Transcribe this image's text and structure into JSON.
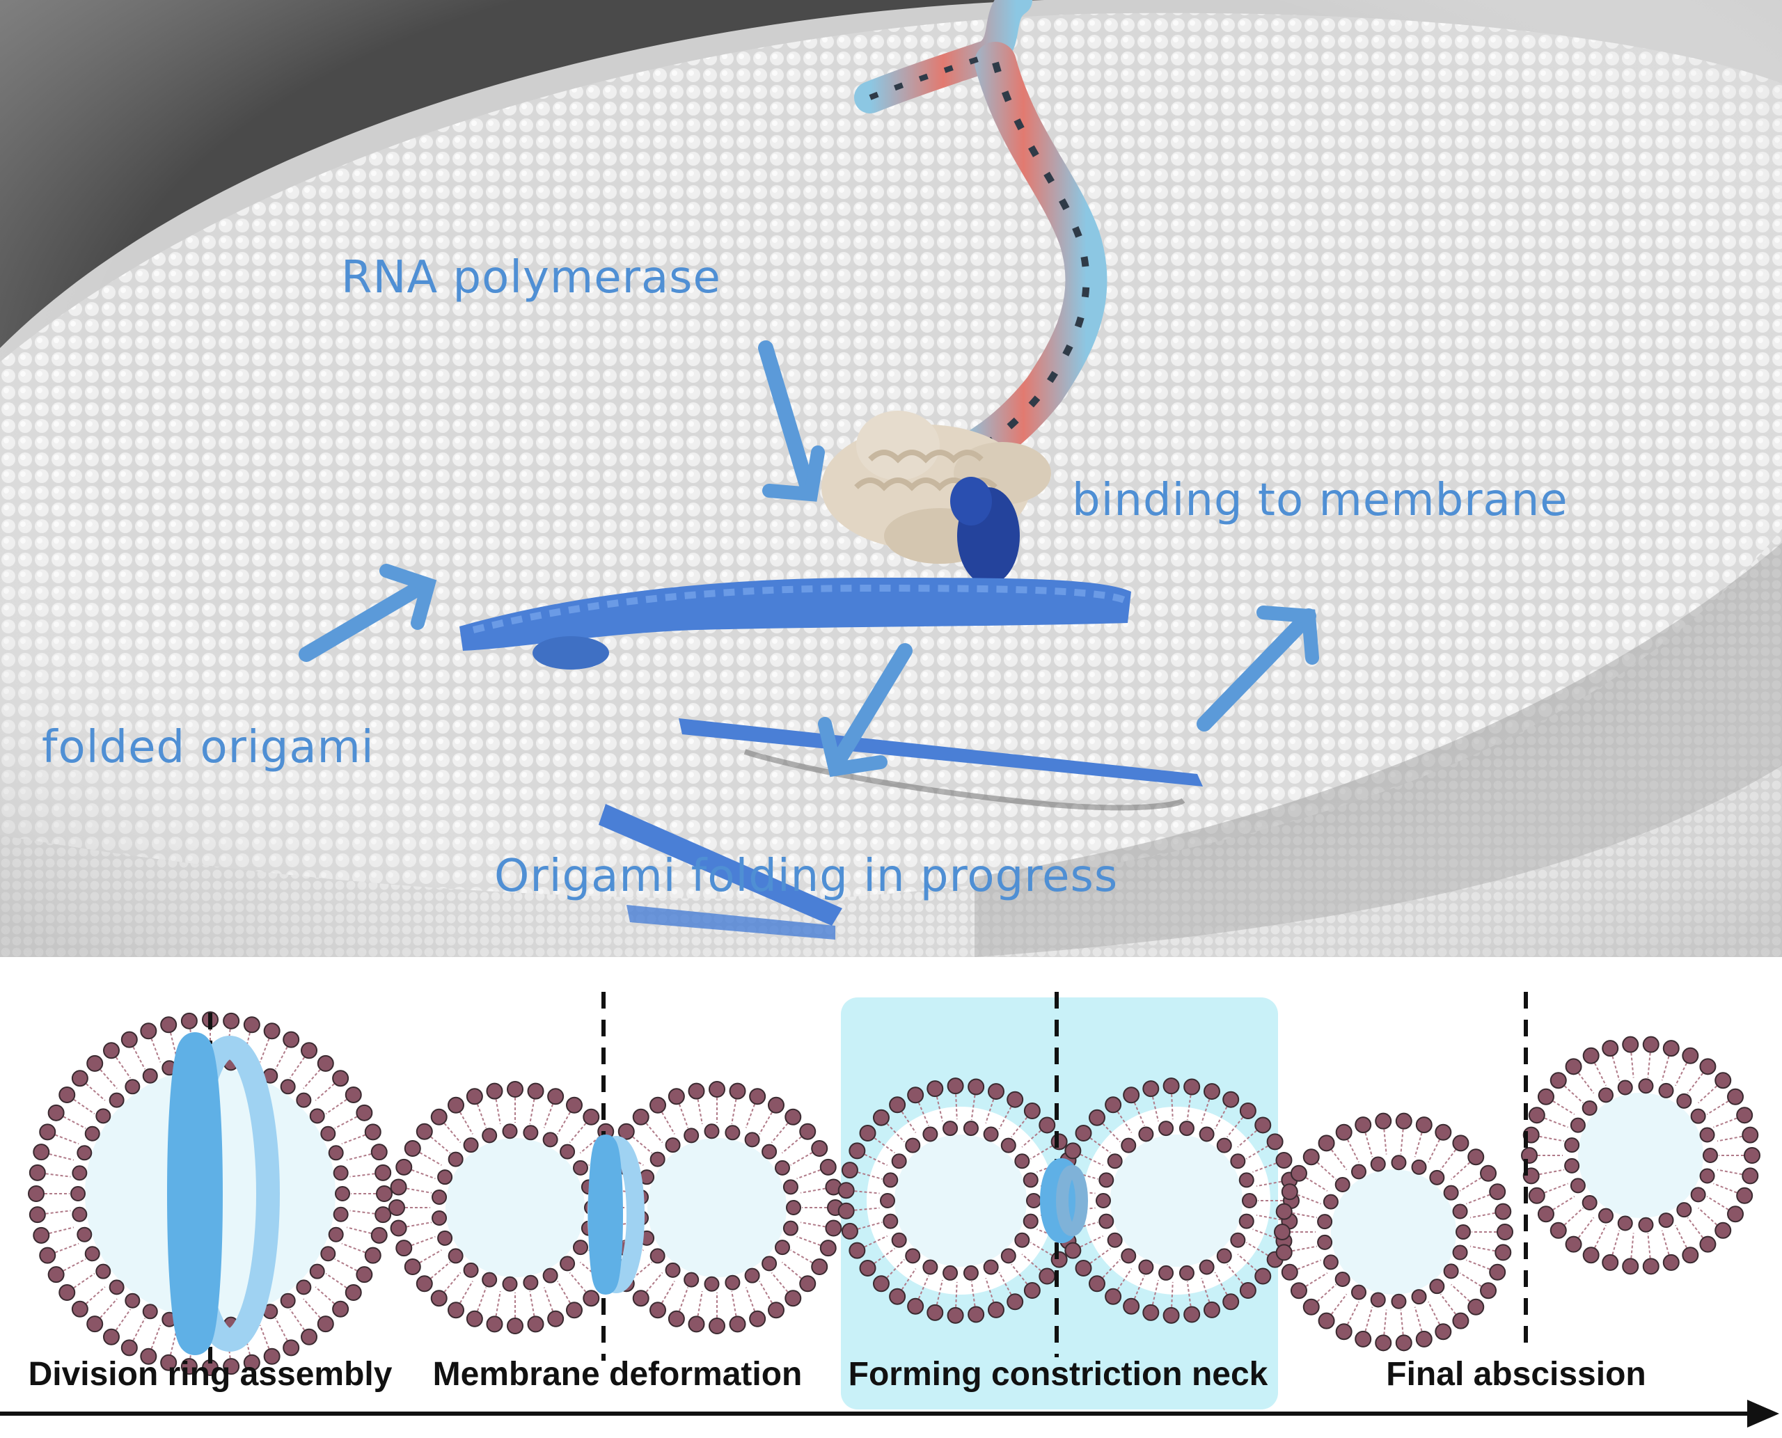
{
  "annotations": {
    "rna_polymerase": "RNA polymerase",
    "binding_to_membrane": "binding to membrane",
    "folded_origami": "folded origami",
    "origami_folding": "Origami folding in progress"
  },
  "stages": [
    {
      "label": "Division ring assembly"
    },
    {
      "label": "Membrane deformation"
    },
    {
      "label": "Forming constriction neck"
    },
    {
      "label": "Final abscission"
    }
  ],
  "colors": {
    "annotation_blue": "#4f8fd4",
    "origami_blue": "#4a7fd6",
    "polymerase_beige": "#e2d6c4",
    "lipid_head": "#8a5566",
    "highlight_cyan": "#c9f1f8",
    "vesicle_interior": "#e8f7fb",
    "ring_blue": "#5fb0e6"
  }
}
